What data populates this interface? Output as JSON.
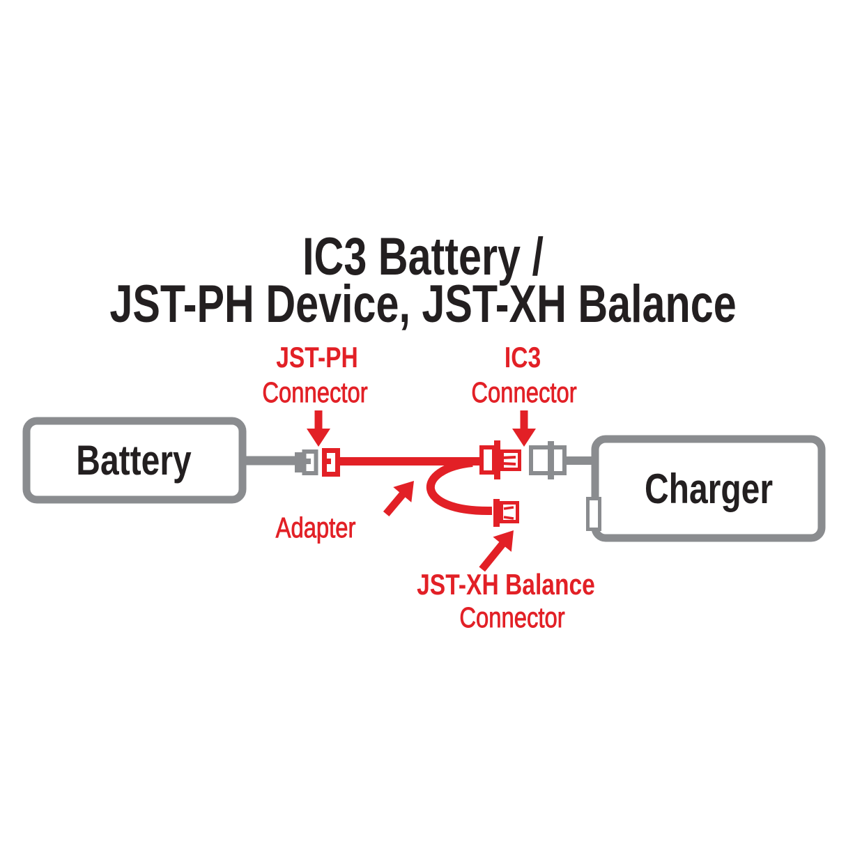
{
  "title": {
    "line1": "IC3 Battery /",
    "line2": "JST-PH Device, JST-XH Balance"
  },
  "nodes": {
    "battery": "Battery",
    "charger": "Charger"
  },
  "labels": {
    "jst_ph": {
      "line1": "JST-PH",
      "line2": "Connector"
    },
    "ic3": {
      "line1": "IC3",
      "line2": "Connector"
    },
    "adapter": "Adapter",
    "jst_xh": {
      "line1": "JST-XH Balance",
      "line2": "Connector"
    }
  },
  "icons": {
    "down_arrow": "red pointer arrow",
    "diagonal_arrow": "red pointer arrow"
  },
  "colors": {
    "red": "#e22026",
    "gray": "#8a8c8f",
    "dark": "#231f20",
    "background": "#ffffff"
  }
}
